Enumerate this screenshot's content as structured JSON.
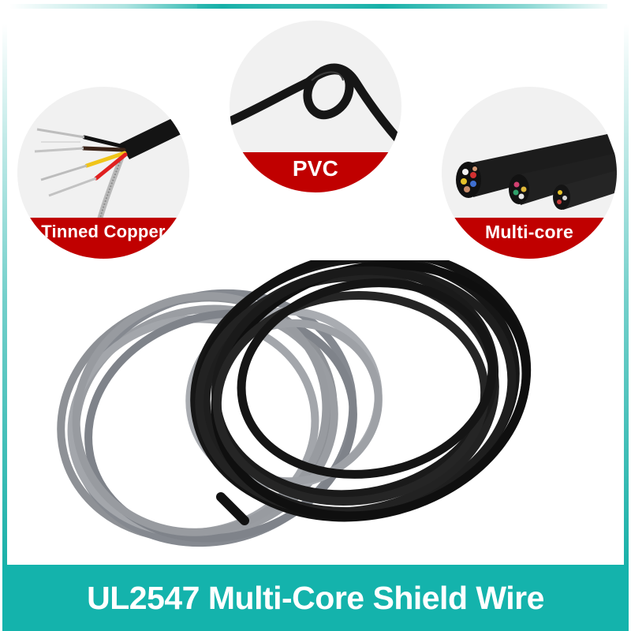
{
  "product": {
    "title": "UL2547 Multi-Core Shield Wire"
  },
  "features": [
    {
      "label": "Tinned Copper",
      "icon": "tinned-copper-strands-icon"
    },
    {
      "label": "PVC",
      "icon": "pvc-knotted-cable-icon"
    },
    {
      "label": "Multi-core",
      "icon": "multi-core-cable-ends-icon"
    }
  ],
  "hero": {
    "coils": [
      {
        "color_name": "gray",
        "color": "#8e9196"
      },
      {
        "color_name": "black",
        "color": "#1a1a1a"
      }
    ]
  },
  "colors": {
    "accent_teal": "#14b3ac",
    "badge_red": "#c00000",
    "circle_bg": "#f1f1f1",
    "text_white": "#ffffff"
  }
}
